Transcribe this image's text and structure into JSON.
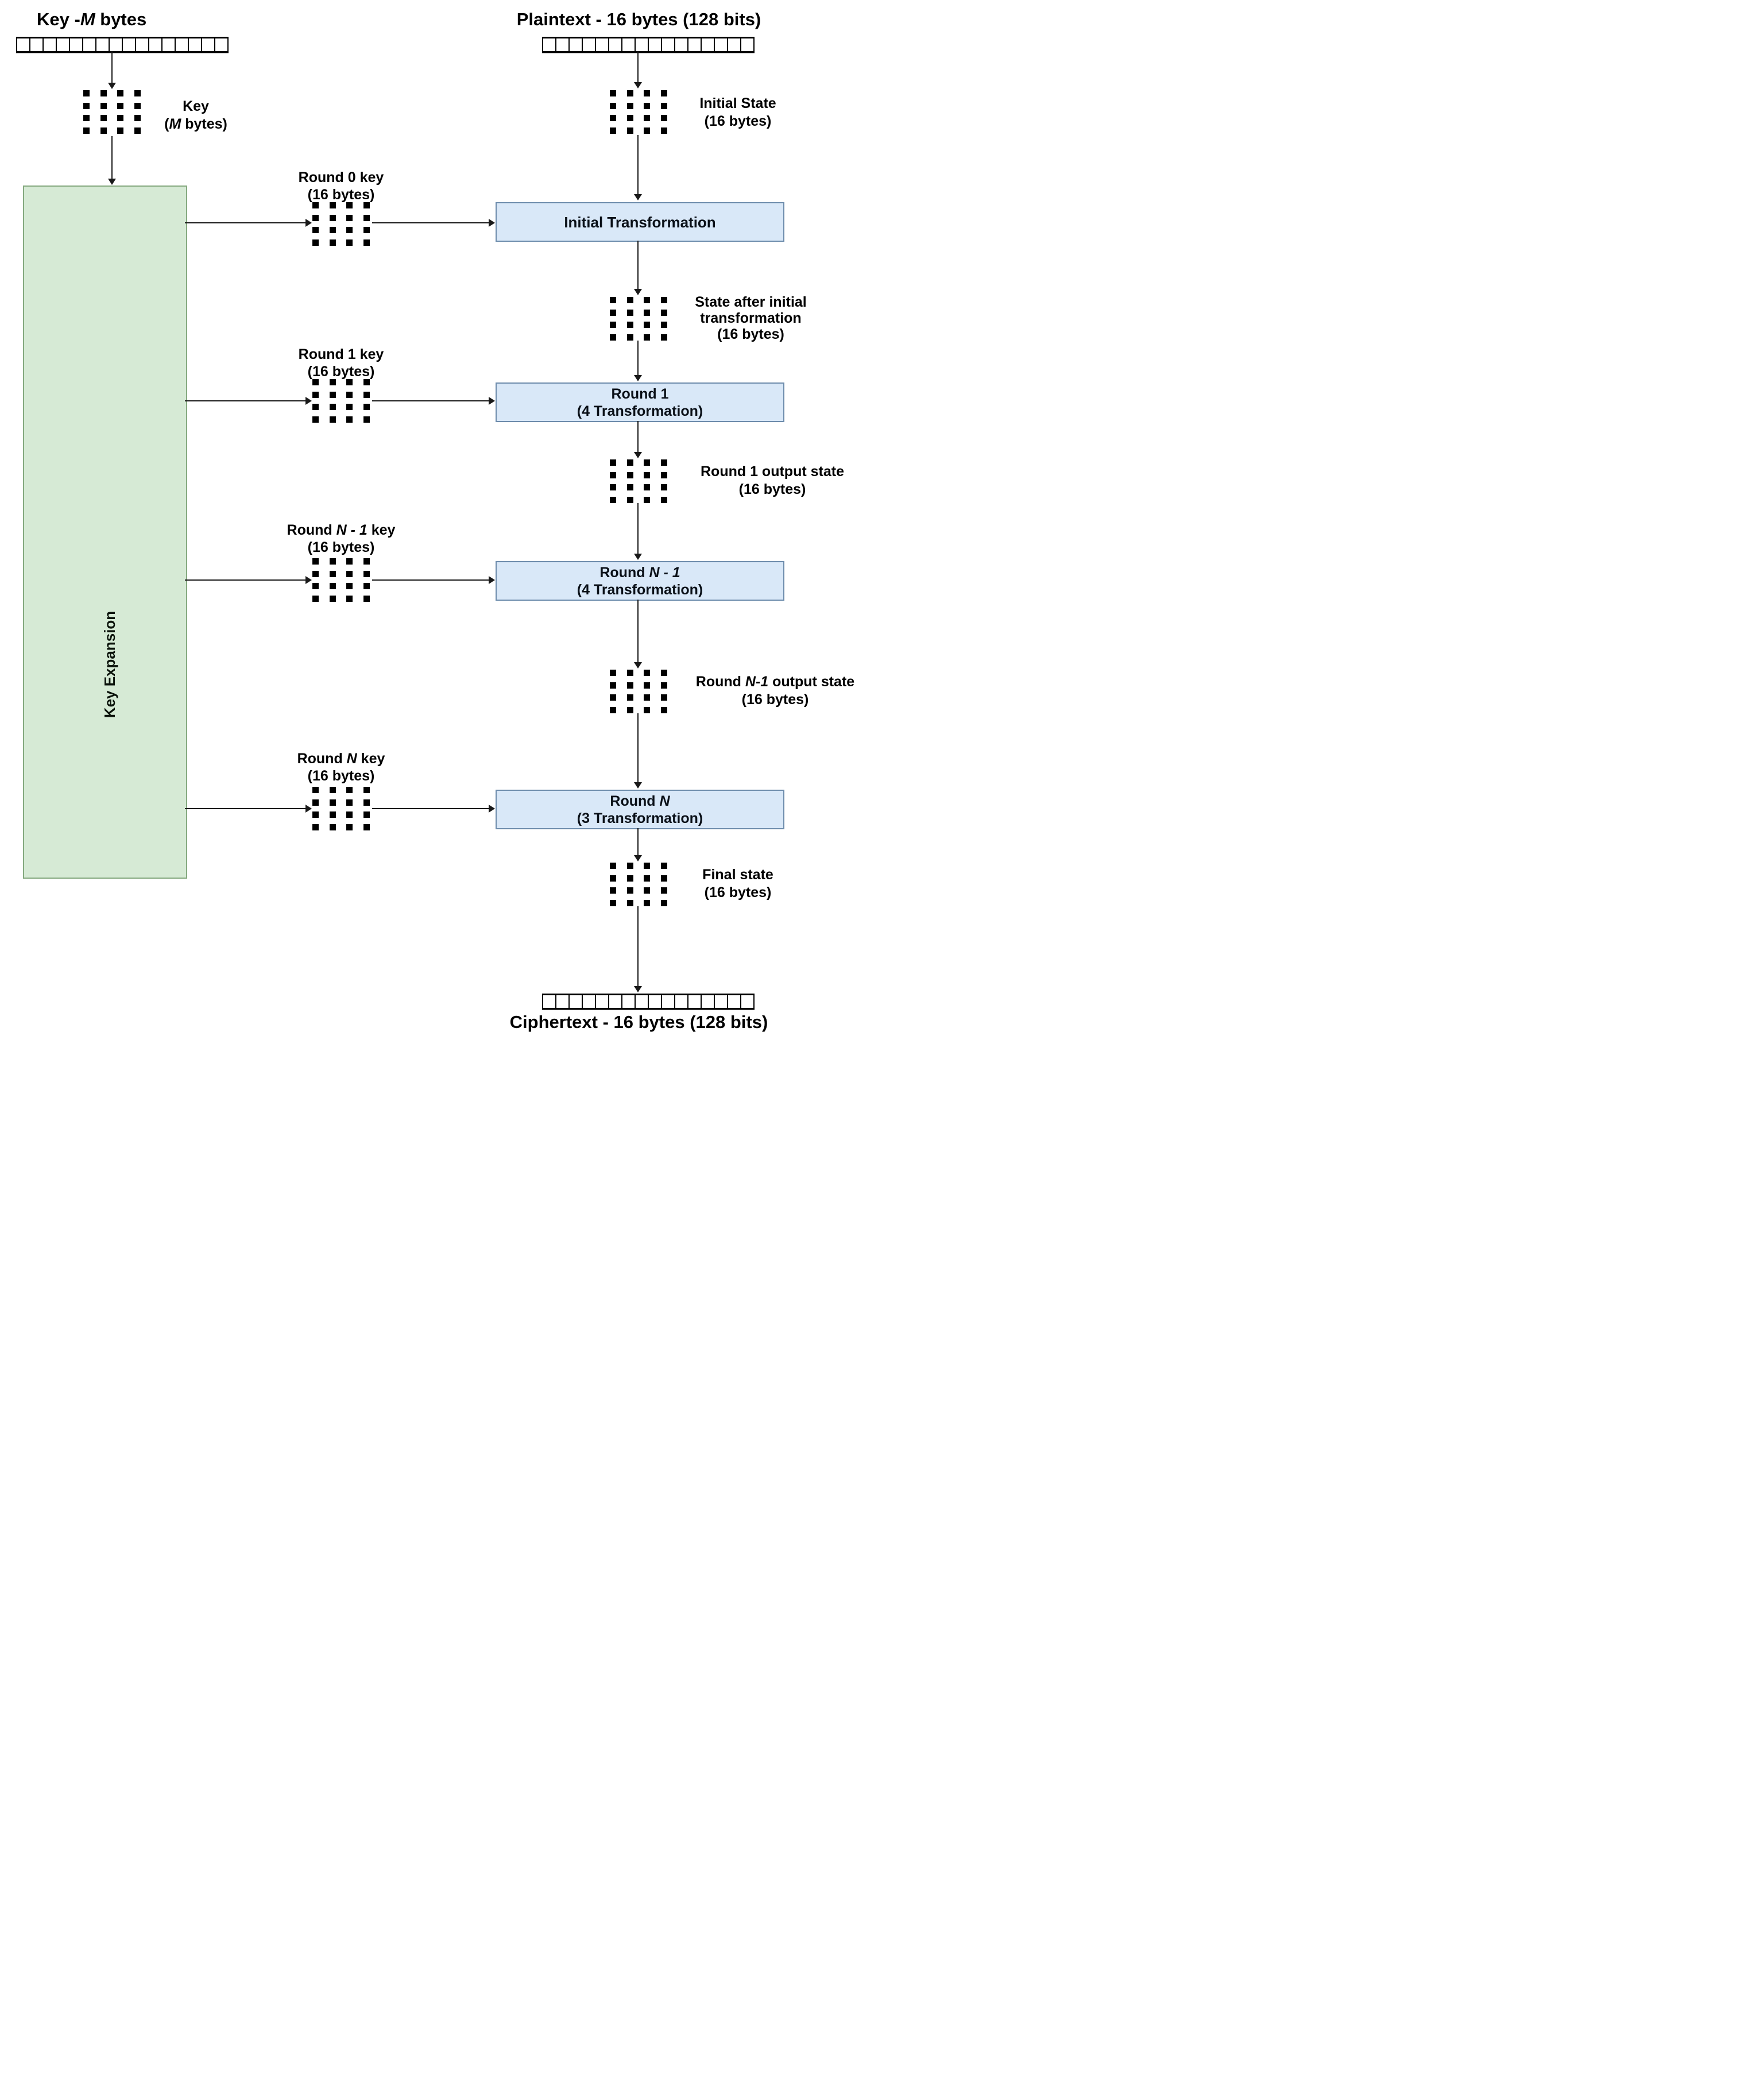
{
  "diagram": {
    "strip_cell_count": 16,
    "grid_dot_count": 16,
    "colors": {
      "green_fill": "#d6ead5",
      "green_border": "#85a97f",
      "blue_fill": "#d9e8f8",
      "blue_border": "#6d8cac",
      "arrow": "#191919",
      "dot": "#000000"
    },
    "left": {
      "title": {
        "pre": "Key -",
        "var": "M",
        "post": " bytes"
      },
      "key_label": {
        "line1": "Key",
        "line2_pre": "(",
        "line2_var": "M",
        "line2_post": " bytes)"
      },
      "key_expansion": "Key Expansion",
      "round_key_0": {
        "pre": "Round 0 key",
        "var": "",
        "post": "",
        "line2": "(16 bytes)"
      },
      "round_key_1": {
        "pre": "Round 1 key",
        "var": "",
        "post": "",
        "line2": "(16 bytes)"
      },
      "round_key_n1": {
        "pre": "Round ",
        "var": "N - 1",
        "post": " key",
        "line2": "(16 bytes)"
      },
      "round_key_n": {
        "pre": "Round ",
        "var": "N",
        "post": " key",
        "line2": "(16 bytes)"
      }
    },
    "right": {
      "plaintext_title": "Plaintext - 16 bytes (128 bits)",
      "initial_state": {
        "line1": "Initial State",
        "line2": "(16 bytes)"
      },
      "initial_transformation": "Initial Transformation",
      "state_after": {
        "line1": "State after initial",
        "line2": "transformation",
        "line3": "(16 bytes)"
      },
      "round_1_box": {
        "l1_pre": "Round ",
        "l1_var": "1",
        "line2": "(4 Transformation)"
      },
      "round_1_out": {
        "line1": "Round 1 output state",
        "line2": "(16 bytes)"
      },
      "round_n1_box": {
        "l1_pre": "Round ",
        "l1_var": "N - 1",
        "line2": "(4 Transformation)"
      },
      "round_n1_out": {
        "pre": "Round ",
        "var": "N-1",
        "post": " output state",
        "line2": "(16 bytes)"
      },
      "round_n_box": {
        "l1_pre": "Round ",
        "l1_var": "N",
        "line2": "(3 Transformation)"
      },
      "final_state": {
        "line1": "Final state",
        "line2": "(16 bytes)"
      },
      "ciphertext_title": "Ciphertext - 16 bytes (128 bits)"
    }
  }
}
